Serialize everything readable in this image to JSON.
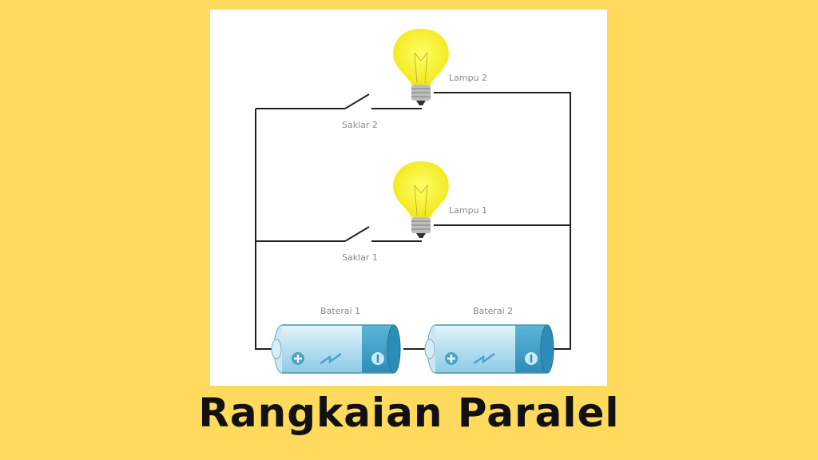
{
  "title": "Rangkaian Paralel",
  "labels": {
    "lamp2": "Lampu 2",
    "switch2": "Saklar 2",
    "lamp1": "Lampu 1",
    "switch1": "Saklar 1",
    "battery1": "Baterai 1",
    "battery2": "Baterai 2"
  },
  "colors": {
    "background": "#FFDA5C",
    "bulb": "#F5F02A",
    "battery": "#A9D8EE",
    "battery_cap": "#3FA3C8"
  }
}
